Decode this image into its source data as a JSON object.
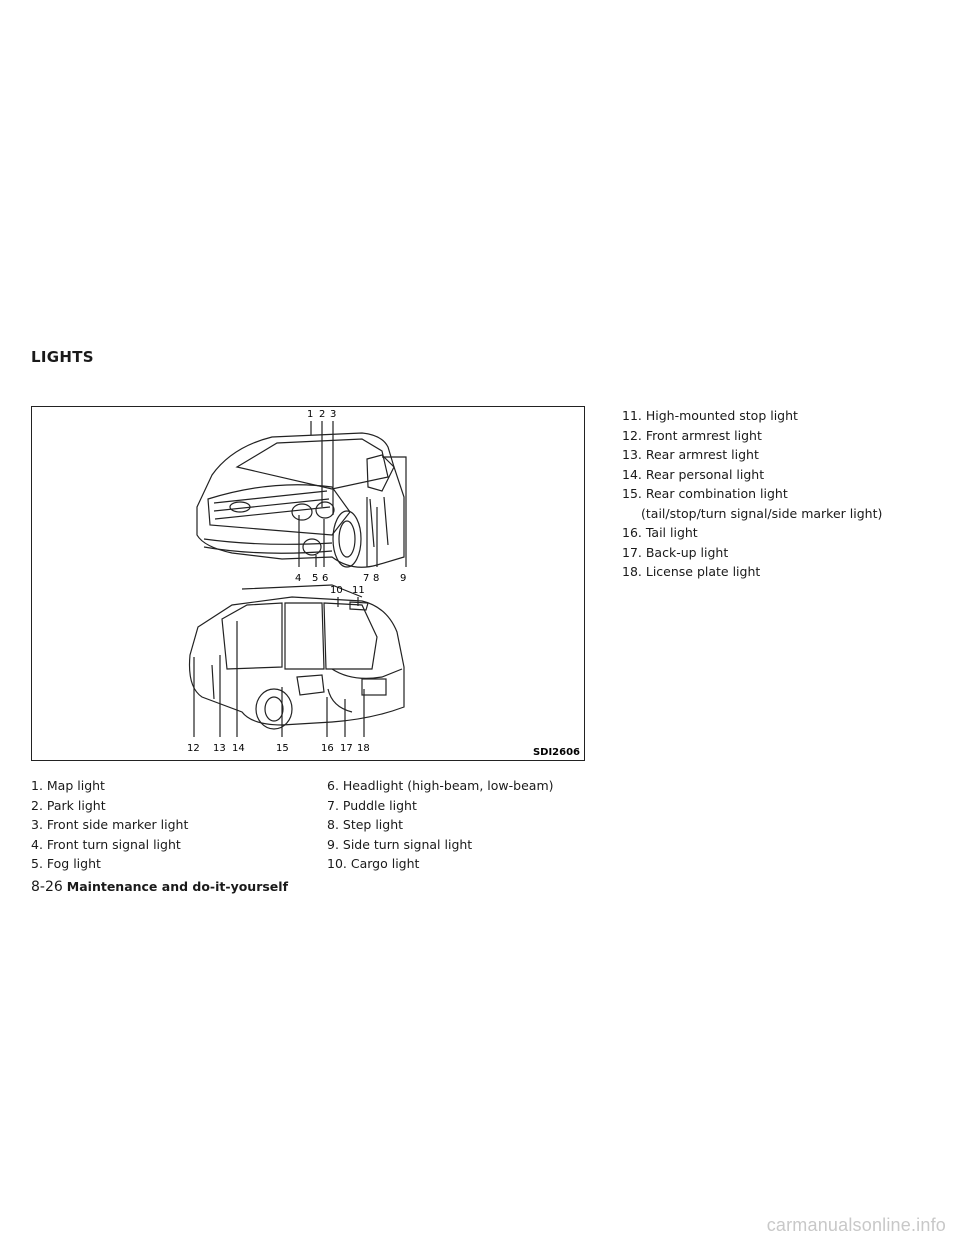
{
  "section_heading": "LIGHTS",
  "figure": {
    "code": "SDI2606",
    "callouts_front_top": [
      "1",
      "2",
      "3"
    ],
    "callouts_front_bottom": [
      "4",
      "5",
      "6",
      "7",
      "8",
      "9"
    ],
    "callouts_rear_top": [
      "10",
      "11"
    ],
    "callouts_rear_bottom": [
      "12",
      "13",
      "14",
      "15",
      "16",
      "17",
      "18"
    ]
  },
  "list_left": [
    "1. Map light",
    "2. Park light",
    "3. Front side marker light",
    "4. Front turn signal light",
    "5. Fog light"
  ],
  "list_middle": [
    "6. Headlight (high-beam, low-beam)",
    "7. Puddle light",
    "8. Step light",
    "9. Side turn signal light",
    "10. Cargo light"
  ],
  "list_right": [
    "11. High-mounted stop light",
    "12. Front armrest light",
    "13. Rear armrest light",
    "14. Rear personal light",
    "15. Rear combination light",
    "(tail/stop/turn signal/side marker light)",
    "16. Tail light",
    "17. Back-up light",
    "18. License plate light"
  ],
  "footer": {
    "page_number": "8-26",
    "section_title": "Maintenance and do-it-yourself"
  },
  "watermark": "carmanualsonline.info"
}
